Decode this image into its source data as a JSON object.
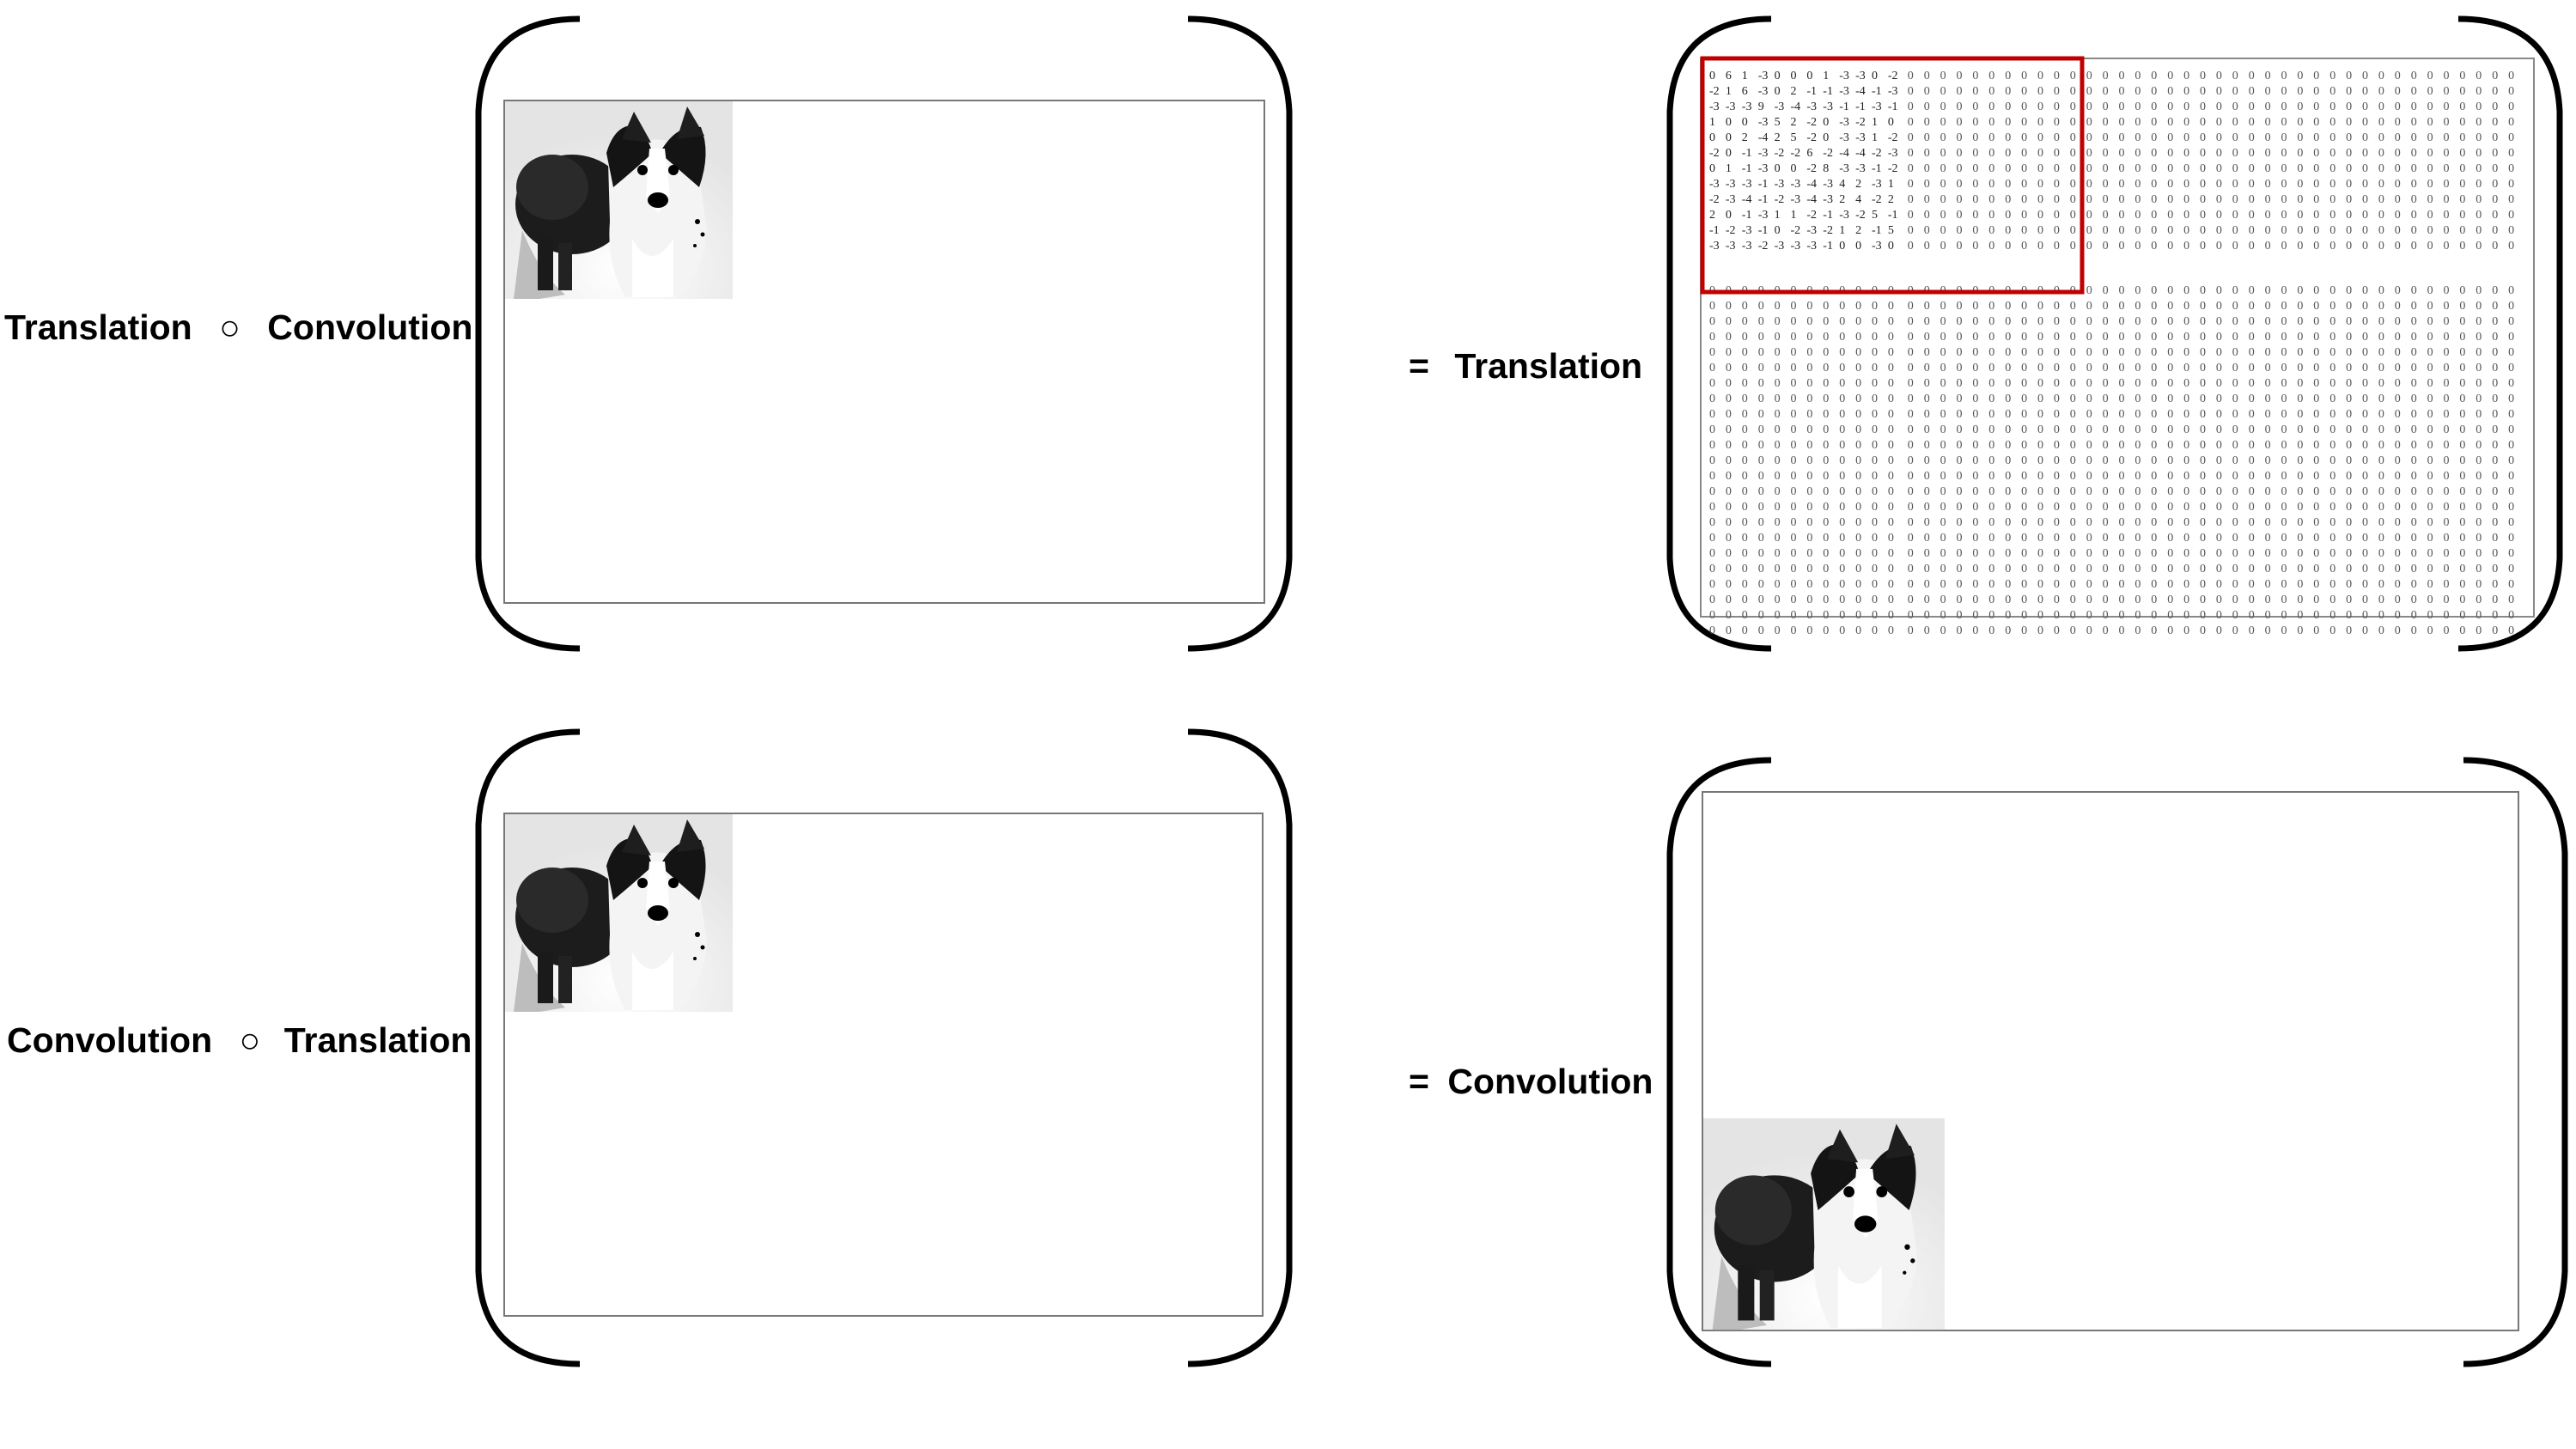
{
  "rows": [
    {
      "left_label": {
        "before": "Translation",
        "op": "○",
        "after": "Convolution"
      },
      "right_label": {
        "eq": "=",
        "name": "Translation"
      }
    },
    {
      "left_label": {
        "before": "Convolution",
        "op": "○",
        "after": "Translation"
      },
      "right_label": {
        "eq": "=",
        "name": "Convolution"
      }
    }
  ],
  "feature_map": {
    "values": [
      [
        0,
        6,
        1,
        -3,
        0,
        0,
        0,
        1,
        -3,
        -3,
        0,
        -2
      ],
      [
        -2,
        1,
        6,
        -3,
        0,
        2,
        -1,
        -1,
        -3,
        -4,
        -1,
        -3
      ],
      [
        -3,
        -3,
        -3,
        9,
        -3,
        -4,
        -3,
        -3,
        -1,
        -1,
        -3,
        -1
      ],
      [
        1,
        0,
        0,
        -3,
        5,
        2,
        -2,
        0,
        -3,
        -2,
        1,
        0
      ],
      [
        0,
        0,
        2,
        -4,
        2,
        5,
        -2,
        0,
        -3,
        -3,
        1,
        -2
      ],
      [
        -2,
        0,
        -1,
        -3,
        -2,
        -2,
        6,
        -2,
        -4,
        -4,
        -2,
        -3
      ],
      [
        0,
        1,
        -1,
        -3,
        0,
        0,
        -2,
        8,
        -3,
        -3,
        -1,
        -2
      ],
      [
        -3,
        -3,
        -3,
        -1,
        -3,
        -3,
        -4,
        -3,
        4,
        2,
        -3,
        1
      ],
      [
        -2,
        -3,
        -4,
        -1,
        -2,
        -3,
        -4,
        -3,
        2,
        4,
        -2,
        2
      ],
      [
        2,
        0,
        -1,
        -3,
        1,
        1,
        -2,
        -1,
        -3,
        -2,
        5,
        -1
      ],
      [
        -1,
        -2,
        -3,
        -1,
        0,
        -2,
        -3,
        -2,
        1,
        2,
        -1,
        5
      ],
      [
        -3,
        -3,
        -3,
        -2,
        -3,
        -3,
        -3,
        -1,
        0,
        0,
        -3,
        0
      ]
    ],
    "fill_value": 0,
    "highlight_color": "#c00000"
  }
}
